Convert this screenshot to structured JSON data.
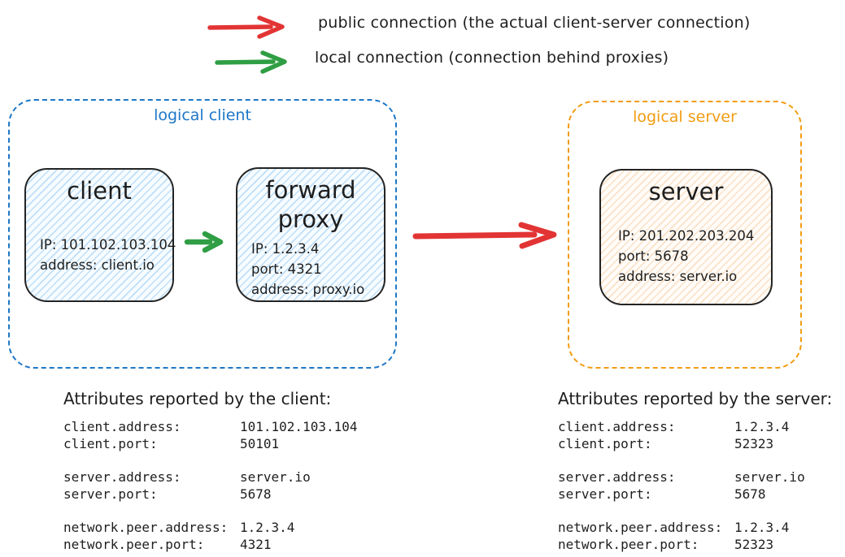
{
  "colors": {
    "public_arrow": "#e23434",
    "local_arrow": "#2f9e44",
    "logical_client_border": "#1d77c7",
    "logical_server_border": "#f29c12",
    "node_stroke": "#242424",
    "text": "#1e1e1e"
  },
  "legend": {
    "public": {
      "icon": "red-arrow",
      "label": "public connection (the actual client-server connection)"
    },
    "local": {
      "icon": "green-arrow",
      "label": "local connection (connection behind proxies)"
    }
  },
  "diagram": {
    "logical_client": {
      "label": "logical client",
      "nodes": [
        {
          "title": "client",
          "lines": [
            "IP: 101.102.103.104",
            "address: client.io"
          ]
        },
        {
          "title": "forward proxy",
          "lines": [
            "IP: 1.2.3.4",
            "port: 4321",
            "address: proxy.io"
          ]
        }
      ]
    },
    "logical_server": {
      "label": "logical server",
      "node": {
        "title": "server",
        "lines": [
          "IP: 201.202.203.204",
          "port: 5678",
          "address: server.io"
        ]
      }
    }
  },
  "attributes_client": {
    "heading": "Attributes reported by the client:",
    "groups": [
      [
        {
          "label": "client.address:",
          "value": "101.102.103.104"
        },
        {
          "label": "client.port:",
          "value": "50101"
        }
      ],
      [
        {
          "label": "server.address:",
          "value": "server.io"
        },
        {
          "label": "server.port:",
          "value": "5678"
        }
      ],
      [
        {
          "label": "network.peer.address:",
          "value": "1.2.3.4"
        },
        {
          "label": "network.peer.port:",
          "value": "4321"
        }
      ]
    ]
  },
  "attributes_server": {
    "heading": "Attributes reported by the server:",
    "groups": [
      [
        {
          "label": "client.address:",
          "value": "1.2.3.4"
        },
        {
          "label": "client.port:",
          "value": "52323"
        }
      ],
      [
        {
          "label": "server.address:",
          "value": "server.io"
        },
        {
          "label": "server.port:",
          "value": "5678"
        }
      ],
      [
        {
          "label": "network.peer.address:",
          "value": "1.2.3.4"
        },
        {
          "label": "network.peer.port:",
          "value": "52323"
        }
      ]
    ]
  }
}
